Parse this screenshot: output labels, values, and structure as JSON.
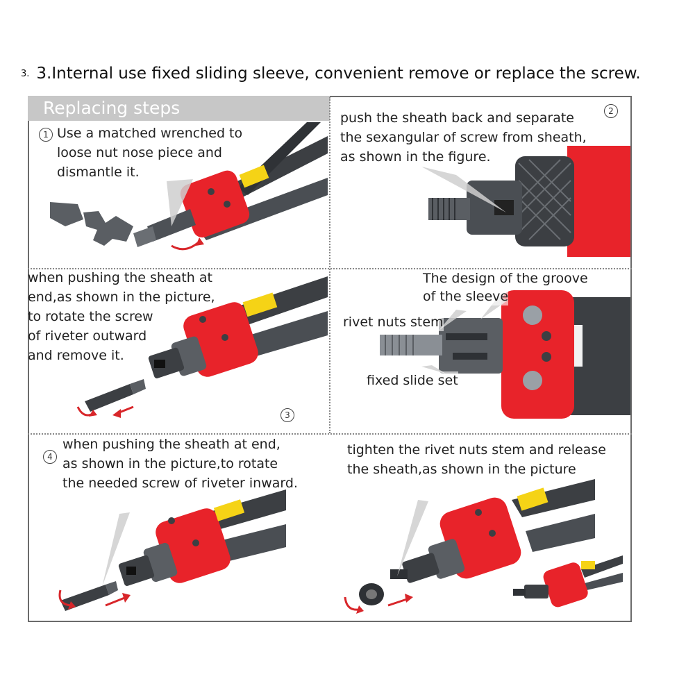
{
  "heading": {
    "number": "3.",
    "text": "3.Internal use fixed sliding sleeve, convenient remove or replace the screw."
  },
  "banner": "Replacing steps",
  "colors": {
    "tool_red": "#e8232a",
    "tool_dark": "#3c3f43",
    "tool_mid": "#5a5e63",
    "accent_yellow": "#f5d316",
    "arrow_red": "#d8262a",
    "frame": "#6b6b6b",
    "banner_bg": "#c7c7c7"
  },
  "steps": [
    {
      "number": "1",
      "lines": [
        "Use a matched wrenched to",
        "loose nut nose piece and",
        "dismantle it."
      ]
    },
    {
      "number": "2",
      "lines": [
        "push the sheath back and separate",
        "the sexangular of screw from sheath,",
        "as shown in the figure."
      ]
    },
    {
      "number": "3",
      "lines": [
        "when pushing the sheath at",
        "end,as shown in the picture,",
        "to rotate the screw",
        "of riveter outward",
        "and remove it."
      ]
    },
    {
      "number": "4",
      "lines": [
        "when pushing the sheath at end,",
        "as shown in the picture,to rotate",
        "the needed screw of riveter inward."
      ]
    },
    {
      "number": "",
      "lines": [
        "tighten the rivet nuts stem and release",
        "the sheath,as shown in the picture"
      ]
    }
  ],
  "callouts": {
    "groove": [
      "The design of the groove",
      "of the sleeve"
    ],
    "stem": "rivet nuts stem",
    "slide": "fixed slide set"
  }
}
